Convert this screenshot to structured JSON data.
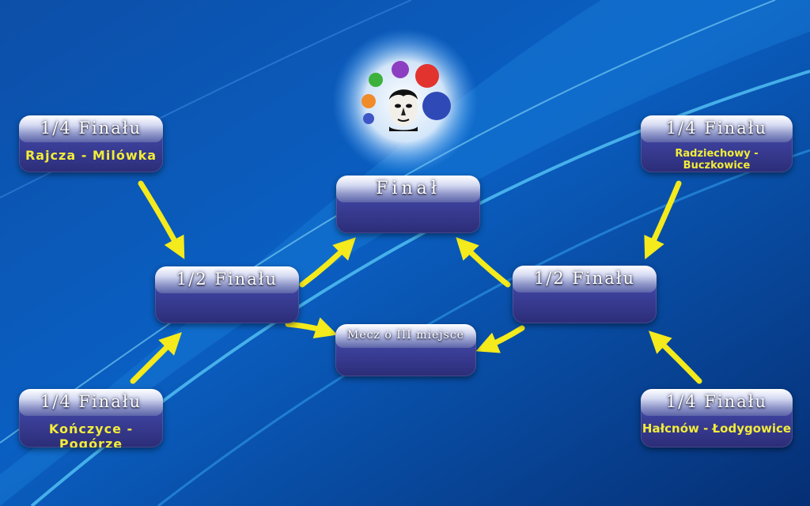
{
  "final": {
    "title": "Finał"
  },
  "third_place": {
    "title": "Mecz o III miejsce"
  },
  "semi_left": {
    "title": "1/2 Finału"
  },
  "semi_right": {
    "title": "1/2 Finału"
  },
  "quarter_top_left": {
    "title": "1/4 Finału",
    "teams": "Rajcza - Milówka"
  },
  "quarter_bottom_left": {
    "title": "1/4 Finału",
    "teams": "Kończyce - Pogórze"
  },
  "quarter_top_right": {
    "title": "1/4 Finału",
    "teams": "Radziechowy - Buczkowice"
  },
  "quarter_bottom_right": {
    "title": "1/4 Finału",
    "teams": "Hałcnów - Łodygowice"
  },
  "colors": {
    "arrow": "#f4ea1c",
    "team_text": "#f2ec3a",
    "box": "#3b3f98",
    "background": "#0a3f8c"
  },
  "icons": {
    "logo": "colored-dots-portrait-logo-icon",
    "arrows": "yellow-arrow-icon"
  }
}
